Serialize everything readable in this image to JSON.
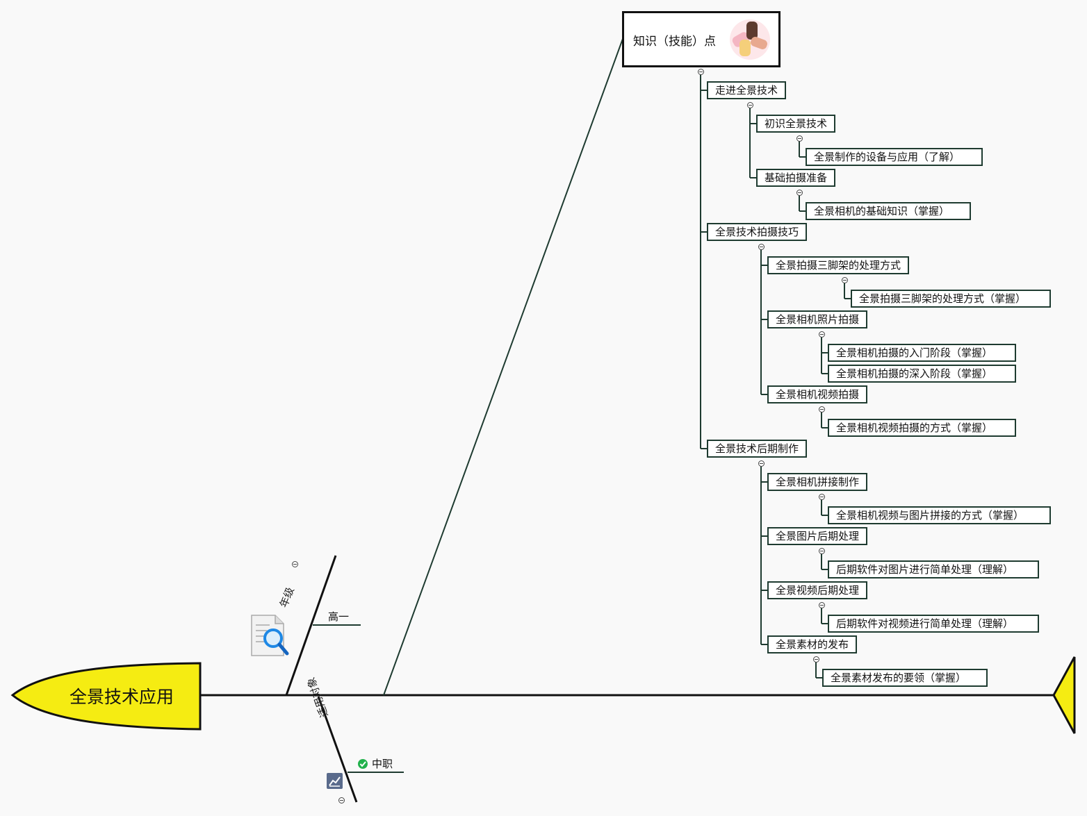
{
  "central_topic": "全景技术应用",
  "knowledge_topic": {
    "label": "知识（技能）点",
    "image": "hands-icon"
  },
  "tree": [
    {
      "label": "走进全景技术",
      "children": [
        {
          "label": "初识全景技术",
          "children": [
            {
              "label": "全景制作的设备与应用（了解）"
            }
          ]
        },
        {
          "label": "基础拍摄准备",
          "children": [
            {
              "label": "全景相机的基础知识（掌握）"
            }
          ]
        }
      ]
    },
    {
      "label": "全景技术拍摄技巧",
      "children": [
        {
          "label": "全景拍摄三脚架的处理方式",
          "children": [
            {
              "label": "全景拍摄三脚架的处理方式（掌握）"
            }
          ]
        },
        {
          "label": "全景相机照片拍摄",
          "children": [
            {
              "label": "全景相机拍摄的入门阶段（掌握）"
            },
            {
              "label": "全景相机拍摄的深入阶段（掌握）"
            }
          ]
        },
        {
          "label": "全景相机视频拍摄",
          "children": [
            {
              "label": "全景相机视频拍摄的方式（掌握）"
            }
          ]
        }
      ]
    },
    {
      "label": "全景技术后期制作",
      "children": [
        {
          "label": "全景相机拼接制作",
          "children": [
            {
              "label": "全景相机视频与图片拼接的方式（掌握）"
            }
          ]
        },
        {
          "label": "全景图片后期处理",
          "children": [
            {
              "label": "后期软件对图片进行简单处理（理解）"
            }
          ]
        },
        {
          "label": "全景视频后期处理",
          "children": [
            {
              "label": "后期软件对视频进行简单处理（理解）"
            }
          ]
        },
        {
          "label": "全景素材的发布",
          "children": [
            {
              "label": "全景素材发布的要领（掌握）"
            }
          ]
        }
      ]
    }
  ],
  "grade_branch": {
    "label": "年级",
    "value": "高一",
    "icon": "search-document-icon"
  },
  "target_branch": {
    "label": "适用对象",
    "value": "中职",
    "value_icon": "check-circle-icon",
    "icon": "chart-icon"
  },
  "colors": {
    "head_fill": "#f5ec12",
    "line": "#1e3b30",
    "check": "#22b14c"
  }
}
